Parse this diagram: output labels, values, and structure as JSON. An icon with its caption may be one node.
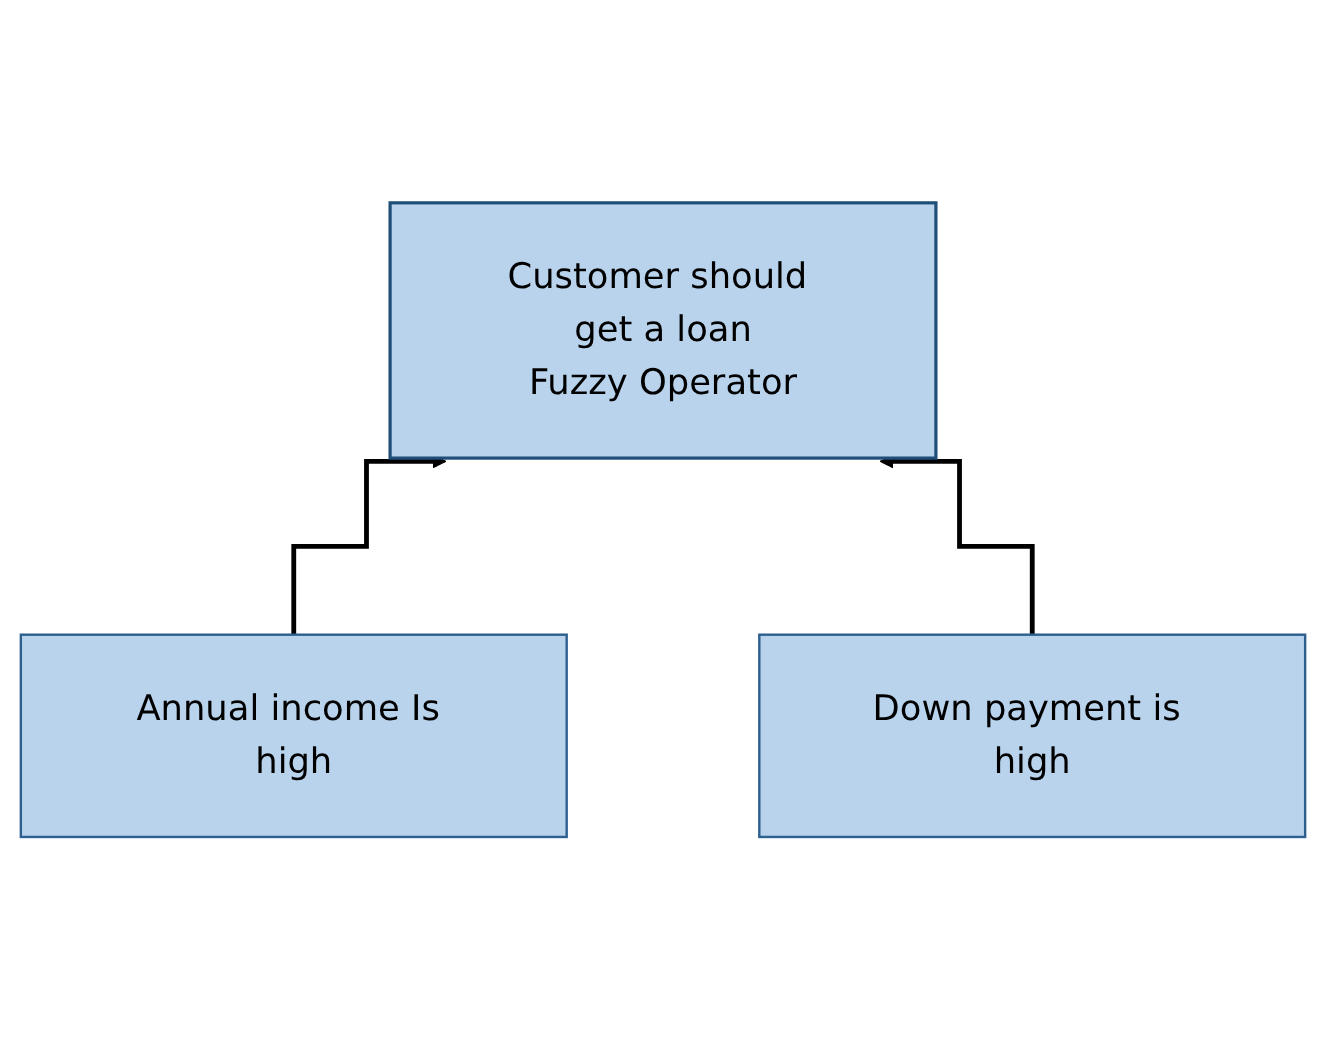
{
  "diagram": {
    "nodes": [
      {
        "text": [
          "Customer should get a loan",
          "Fuzzy Operator"
        ]
      },
      {
        "text": [
          "Annual income Is high"
        ]
      },
      {
        "text": [
          "Down payment is high"
        ]
      }
    ],
    "edges": [
      {
        "from": 1,
        "to": 0,
        "arrow": "to"
      },
      {
        "from": 2,
        "to": 0,
        "arrow": "to"
      }
    ]
  }
}
